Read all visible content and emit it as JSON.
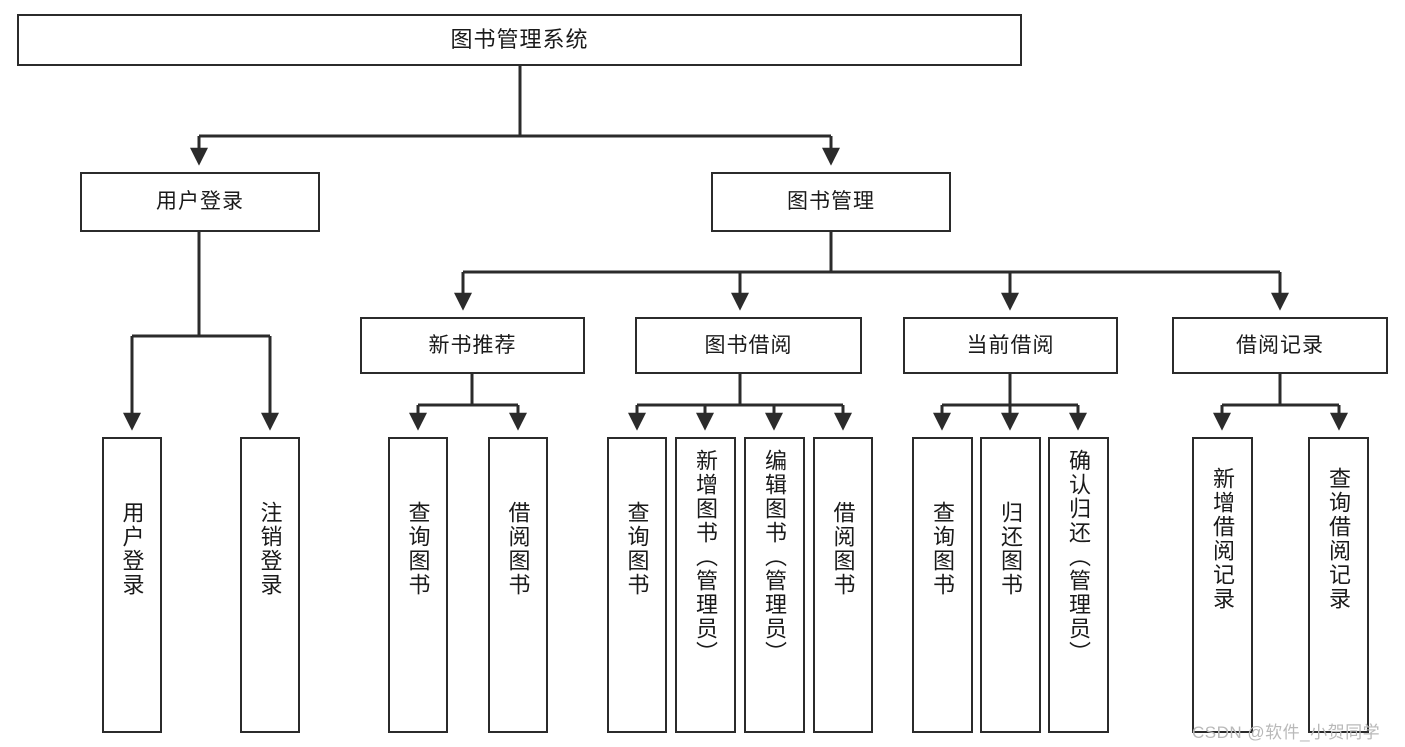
{
  "diagram": {
    "title": "图书管理系统",
    "type": "tree-hierarchy-diagram",
    "root": {
      "id": "root",
      "label": "图书管理系统"
    },
    "level2": [
      {
        "id": "user-login",
        "label": "用户登录"
      },
      {
        "id": "book-management",
        "label": "图书管理"
      }
    ],
    "level3": [
      {
        "id": "new-book-recommend",
        "label": "新书推荐",
        "parent": "book-management"
      },
      {
        "id": "book-borrow",
        "label": "图书借阅",
        "parent": "book-management"
      },
      {
        "id": "current-borrow",
        "label": "当前借阅",
        "parent": "book-management"
      },
      {
        "id": "borrow-record",
        "label": "借阅记录",
        "parent": "book-management"
      }
    ],
    "leaves": {
      "user_login": [
        {
          "id": "leaf-user-login",
          "label": "用户登录"
        },
        {
          "id": "leaf-user-logout",
          "label": "注销登录"
        }
      ],
      "new_book_recommend": [
        {
          "id": "leaf-query-book-1",
          "label": "查询图书"
        },
        {
          "id": "leaf-borrow-book-1",
          "label": "借阅图书"
        }
      ],
      "book_borrow": [
        {
          "id": "leaf-query-book-2",
          "label": "查询图书"
        },
        {
          "id": "leaf-add-book",
          "label": "新增图书（管理员）"
        },
        {
          "id": "leaf-edit-book",
          "label": "编辑图书（管理员）"
        },
        {
          "id": "leaf-borrow-book-2",
          "label": "借阅图书"
        }
      ],
      "current_borrow": [
        {
          "id": "leaf-query-book-3",
          "label": "查询图书"
        },
        {
          "id": "leaf-return-book",
          "label": "归还图书"
        },
        {
          "id": "leaf-confirm-return",
          "label": "确认归还（管理员）"
        }
      ],
      "borrow_record": [
        {
          "id": "leaf-add-record",
          "label": "新增借阅记录"
        },
        {
          "id": "leaf-query-record",
          "label": "查询借阅记录"
        }
      ]
    }
  },
  "watermark": {
    "text": "CSDN @软件_小贺同学"
  },
  "colors": {
    "stroke": "#2b2b2b",
    "box_fill": "#ffffff",
    "text": "#1a1a1a",
    "background": "#ffffff",
    "watermark": "#b9b9b9"
  }
}
